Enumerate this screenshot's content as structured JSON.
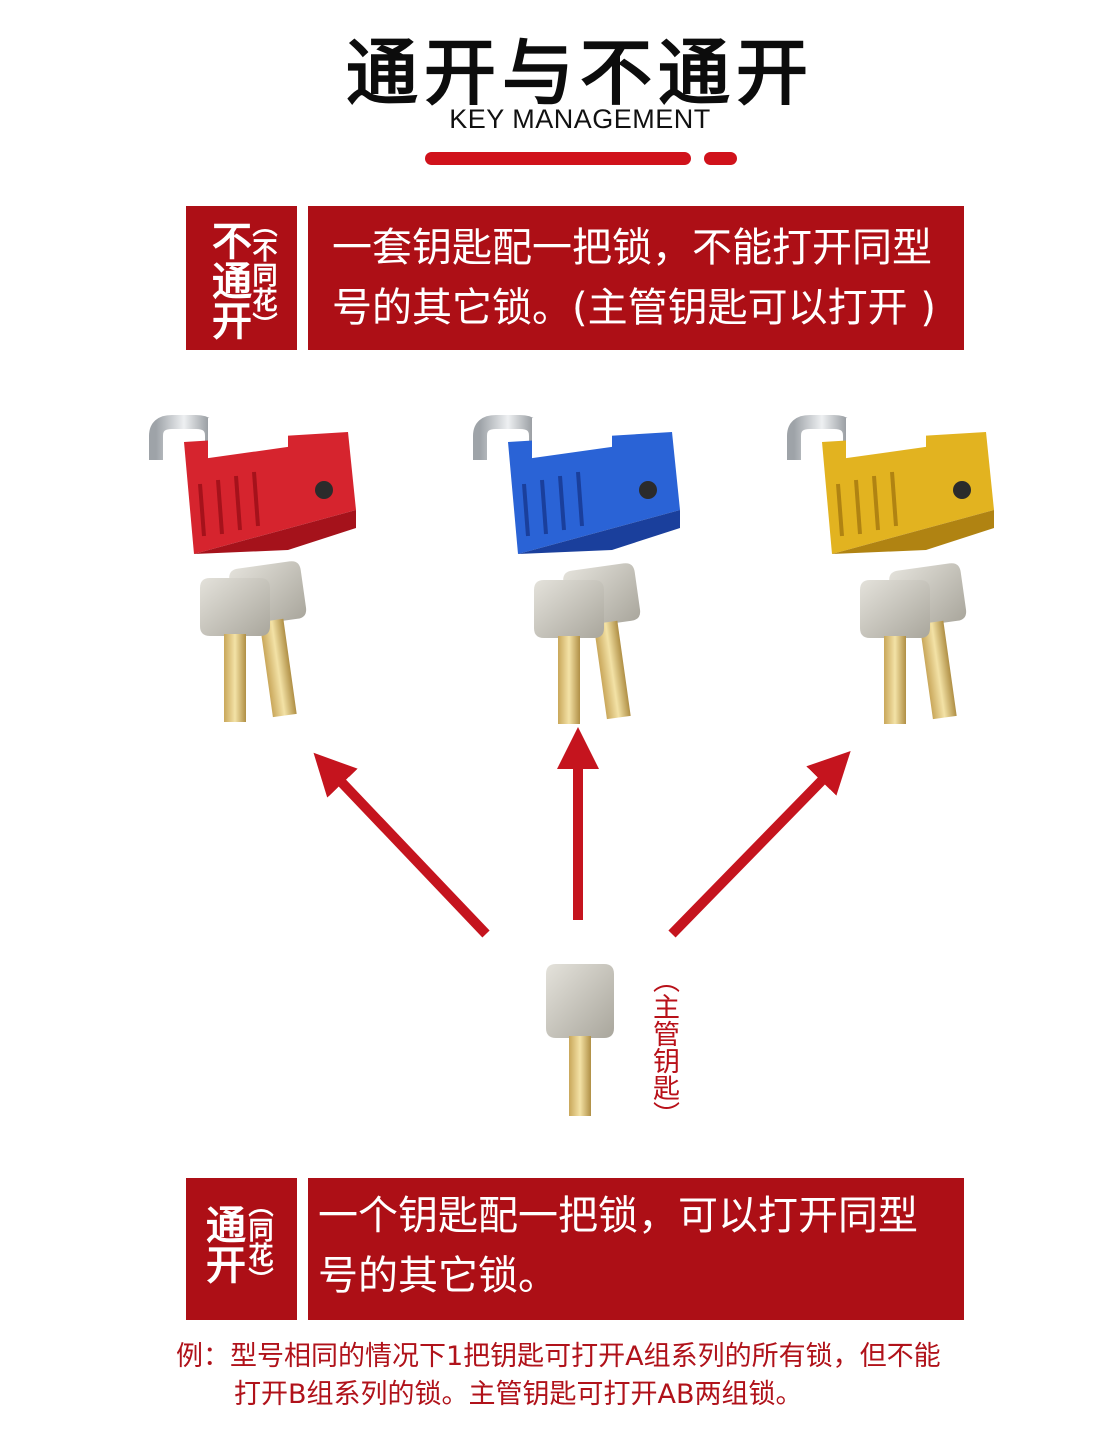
{
  "header": {
    "title": "通开与不通开",
    "subtitle": "KEY MANAGEMENT"
  },
  "panel_top": {
    "side_main": "不通开",
    "side_sub": "（不同花）",
    "text": "一套钥匙配一把锁，不能打开同型\n号的其它锁。(主管钥匙可以打开 )"
  },
  "locks": [
    {
      "color": "#d6242e",
      "dark": "#a5121b",
      "name": "red-padlock"
    },
    {
      "color": "#2a63d6",
      "dark": "#1a3f9c",
      "name": "blue-padlock"
    },
    {
      "color": "#e2b320",
      "dark": "#b08312",
      "name": "yellow-padlock"
    }
  ],
  "master_key": {
    "label": "（主管钥匙）"
  },
  "panel_bottom": {
    "side_main": "通开",
    "side_sub": "（同花）",
    "text": "一个钥匙配一把锁，可以打开同型\n号的其它锁。"
  },
  "note": {
    "line1": "例：型号相同的情况下1把钥匙可打开A组系列的所有锁，但不能",
    "line2": "打开B组系列的锁。主管钥匙可打开AB两组锁。"
  },
  "colors": {
    "accent_red": "#d0121b",
    "panel_red": "#ad0f16",
    "note_red": "#b0121a"
  }
}
